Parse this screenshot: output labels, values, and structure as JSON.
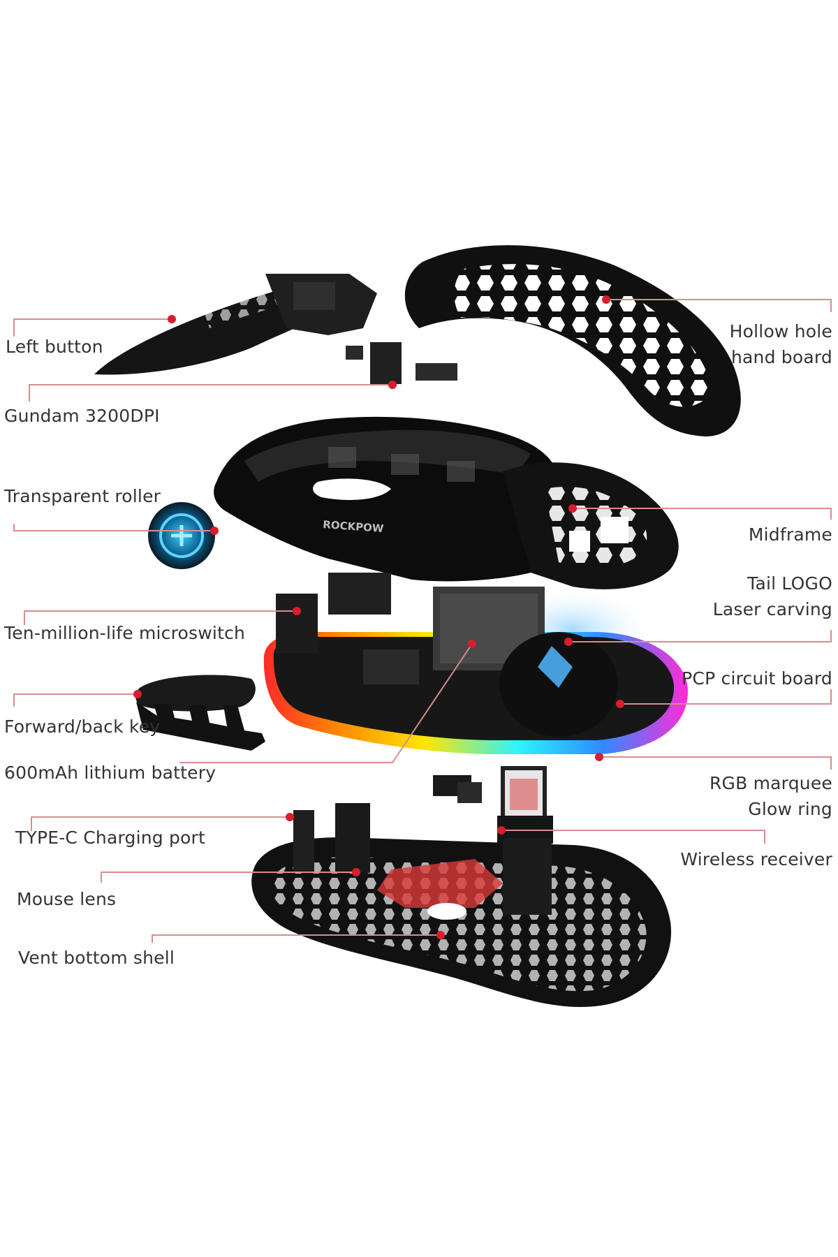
{
  "brand": {
    "logo_text": "ROCKPOW"
  },
  "colors": {
    "leader_line": "#d98c8c",
    "leader_dot": "#d81e2c",
    "mouse_body": "#121212",
    "background": "#ffffff"
  },
  "callouts": {
    "left_button": "Left button",
    "sensor": "Gundam 3200DPI",
    "roller": "Transparent roller",
    "microswitch": "Ten-million-life microswitch",
    "side_keys": "Forward/back key",
    "battery": "600mAh lithium battery",
    "charging_port": "TYPE-C Charging port",
    "lens": "Mouse lens",
    "bottom_shell": "Vent bottom shell",
    "hand_board": [
      "Hollow hole",
      "hand board"
    ],
    "midframe": "Midframe",
    "tail_logo": [
      "Tail LOGO",
      "Laser carving"
    ],
    "circuit_board": "PCP circuit board",
    "glow_ring": [
      "RGB marquee",
      "Glow ring"
    ],
    "receiver": "Wireless receiver"
  }
}
